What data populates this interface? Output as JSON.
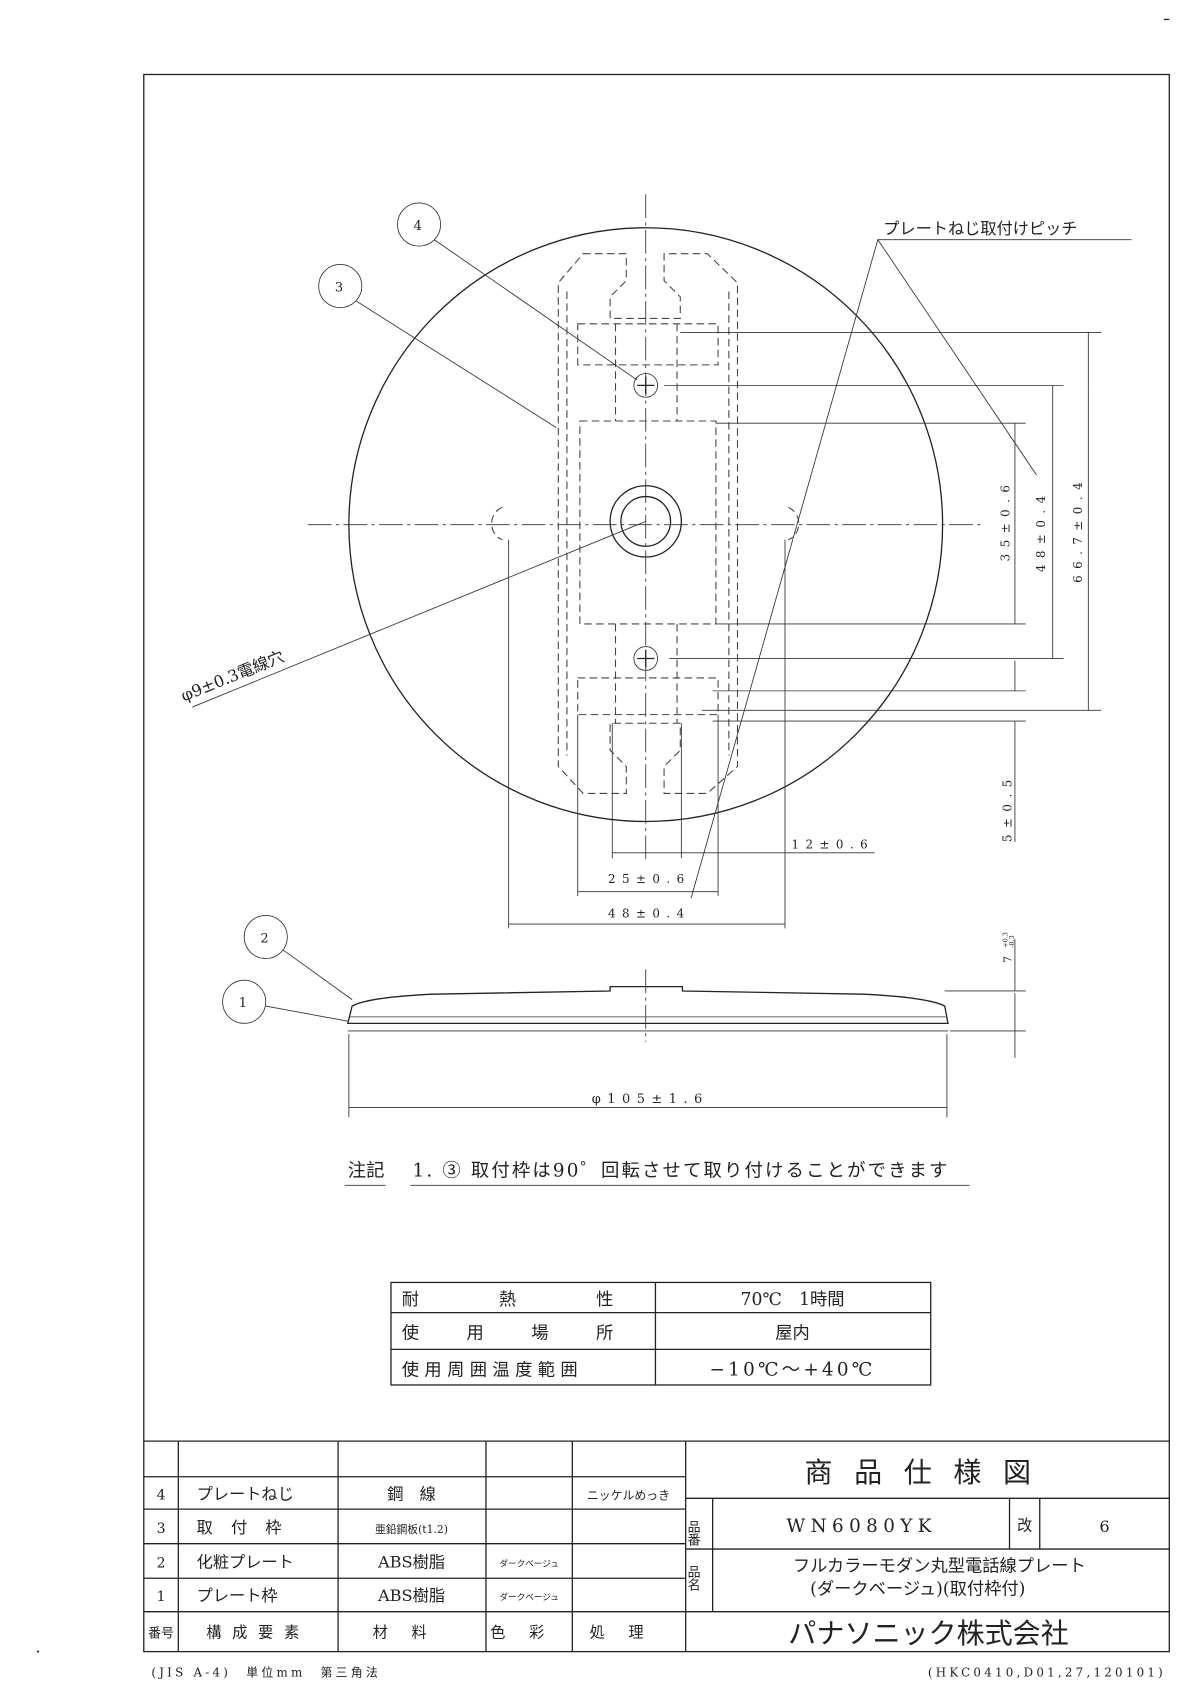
{
  "drawing": {
    "pitch_label": "プレートねじ取付けピッチ",
    "hole_label": "φ9±0.3電線穴",
    "dims": {
      "d35": "35±0.6",
      "d48v": "48±0.4",
      "d667": "66.7±0.4",
      "d5": "5±0.5",
      "d12": "12±0.6",
      "d25": "25±0.6",
      "d48h": "48±0.4",
      "d7": "7",
      "d7tol_plus": "+0.3",
      "d7tol_minus": "-0.3",
      "d105": "φ105±1.6"
    },
    "balloons": [
      "1",
      "2",
      "3",
      "4"
    ]
  },
  "note": {
    "label": "注記",
    "text": "1. ③ 取付枠は90゜回転させて取り付けることができます"
  },
  "spec_table": [
    {
      "item": "耐　　熱　　性",
      "value": "70℃　1時間"
    },
    {
      "item": "使　用　場　所",
      "value": "屋内"
    },
    {
      "item": "使用周囲温度範囲",
      "value": "−10℃〜+40℃"
    }
  ],
  "parts": {
    "header": [
      "番号",
      "構成要素",
      "材料",
      "色彩",
      "処理"
    ],
    "rows": [
      {
        "no": "4",
        "name": "プレートねじ",
        "material": "鋼　線",
        "color": "",
        "finish": "ニッケルめっき"
      },
      {
        "no": "3",
        "name": "取 付 枠",
        "material": "亜鉛鋼板(t1.2)",
        "color": "",
        "finish": ""
      },
      {
        "no": "2",
        "name": "化粧プレート",
        "material": "ABS樹脂",
        "color": "ダークベージュ",
        "finish": ""
      },
      {
        "no": "1",
        "name": "プレート枠",
        "material": "ABS樹脂",
        "color": "ダークベージュ",
        "finish": ""
      }
    ]
  },
  "title_block": {
    "title": "商品仕様図",
    "part_no_label": "品番",
    "part_no": "WN6080YK",
    "rev_label": "改",
    "rev": "6",
    "name_label": "品名",
    "name_line1": "フルカラーモダン丸型電話線プレート",
    "name_line2": "(ダークベージュ)(取付枠付)",
    "company": "パナソニック株式会社"
  },
  "footer": {
    "left": "(JIS A-4)　単位mm　第三角法",
    "right": "(HKC0410,D01,27,120101)"
  }
}
